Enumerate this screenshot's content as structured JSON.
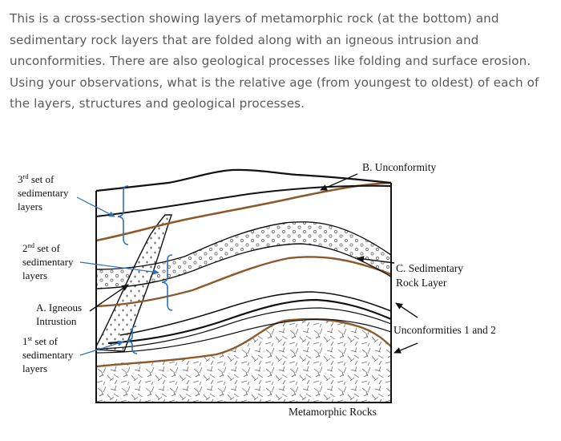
{
  "question": {
    "text": "This is a cross-section showing layers of metamorphic rock (at the bottom) and sedimentary rock layers that are folded along with an igneous intrusion and unconformities. There are also geological processes like folding and surface erosion. Using your observations, what is the relative age (from youngest to oldest) of each of the layers, structures and geological processes."
  },
  "diagram": {
    "labels": {
      "third_set": {
        "ordinal": "3",
        "sup": "rd",
        "line1_rest": " set of",
        "line2": "sedimentary",
        "line3": "layers"
      },
      "second_set": {
        "ordinal": "2",
        "sup": "nd",
        "line1_rest": " set of",
        "line2": "sedimentary",
        "line3": "layers"
      },
      "first_set": {
        "ordinal": "1",
        "sup": "st",
        "line1_rest": " set of",
        "line2": "sedimentary",
        "line3": "layers"
      },
      "igneous": {
        "line1": "A. Igneous",
        "line2": "Intrustion"
      },
      "unconformity_b": "B. Unconformity",
      "sed_layer_c": {
        "line1": "C. Sedimentary",
        "line2": "Rock Layer"
      },
      "unconformities": "Unconformities 1 and 2",
      "metamorphic": "Metamorphic Rocks"
    },
    "colors": {
      "unconformity_line": "#8b5a2b",
      "bracket_arrow": "#2e6fb8",
      "ink": "#111111"
    }
  }
}
